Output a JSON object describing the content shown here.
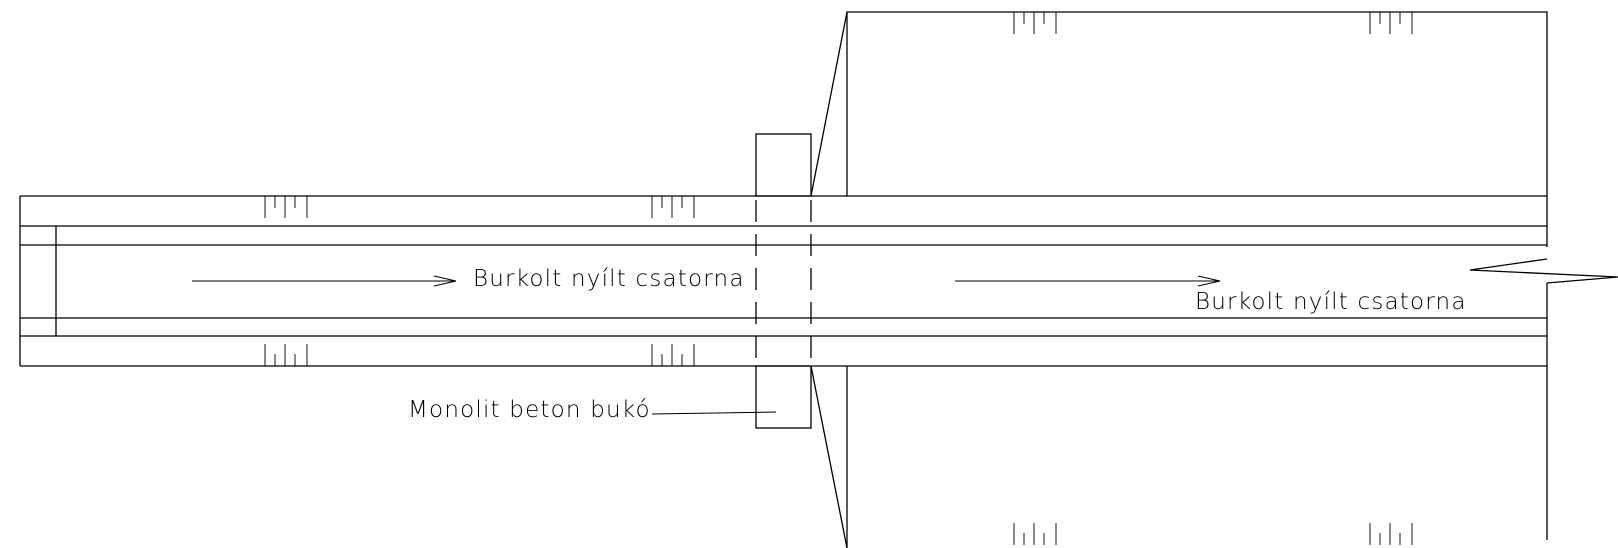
{
  "labels": {
    "channel_upstream": "Burkolt nyílt csatorna",
    "channel_downstream": "Burkolt nyílt csatorna",
    "weir": "Monolit beton bukó"
  }
}
